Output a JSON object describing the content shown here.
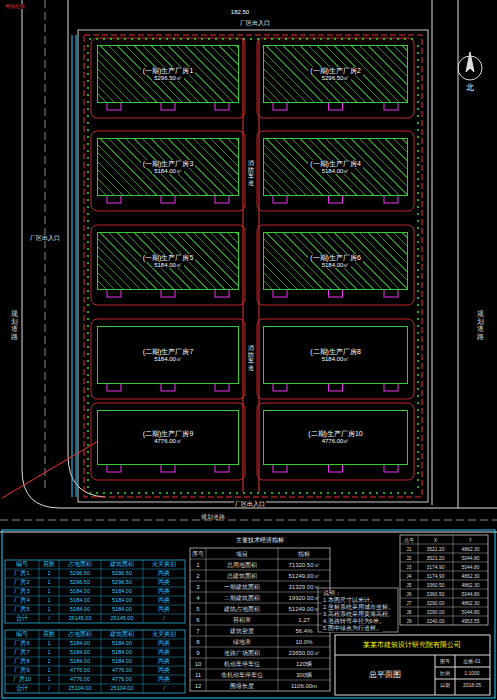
{
  "diagram": {
    "nodes": [
      {
        "text": [
          "(一期)生产厂房1",
          "5296.50㎡"
        ]
      },
      {
        "text": [
          "(一期)生产厂房2",
          "5296.50㎡"
        ]
      },
      {
        "text": [
          "(一期)生产厂房3",
          "5184.00㎡"
        ]
      },
      {
        "text": [
          "(一期)生产厂房4",
          "5184.00㎡"
        ]
      },
      {
        "text": [
          "(一期)生产厂房5",
          "5184.00㎡"
        ]
      },
      {
        "text": [
          "(一期)生产厂房6",
          "5184.00㎡"
        ]
      },
      {
        "text": [
          "(二期)生产厂房7",
          "5184.00㎡"
        ]
      },
      {
        "text": [
          "(二期)生产厂房8",
          "5184.00㎡"
        ]
      },
      {
        "text": [
          "(二期)生产厂房9",
          "4776.00㎡"
        ]
      },
      {
        "text": [
          "(二期)生产厂房10",
          "4776.00㎡"
        ]
      }
    ],
    "labels": [
      "182.50",
      "厂区出入口",
      "厂区出入口",
      "厂区出入口",
      "规划道路",
      "规划道路",
      "规划道路",
      "北",
      "用地红线",
      "消防车道",
      "消防车道",
      "主要技术经济指标",
      "说明：",
      "1.本图尺寸以米计。",
      "2.坐标系统采用城市坐标。",
      "3.高程系统采用黄海高程。",
      "4.道路转弯半径为9米。",
      "5.图中绿点为行道树。",
      "某某市建筑设计研究院有限公司",
      "总平面图",
      "图号",
      "总施-01",
      "比例",
      "1:1000",
      "日期",
      "2018.05",
      "编号",
      "层数",
      "占地面积",
      "建筑面积",
      "火灾类别",
      "厂房1",
      "1",
      "5296.50",
      "5296.50",
      "丙类",
      "厂房2",
      "1",
      "5296.50",
      "5296.50",
      "丙类",
      "厂房3",
      "1",
      "5184.00",
      "5184.00",
      "丙类",
      "厂房4",
      "1",
      "5184.00",
      "5184.00",
      "丙类",
      "厂房5",
      "1",
      "5184.00",
      "5184.00",
      "丙类",
      "合计",
      "/",
      "26145.00",
      "26145.00",
      "/",
      "编号",
      "层数",
      "占地面积",
      "建筑面积",
      "火灾类别",
      "厂房6",
      "1",
      "5184.00",
      "5184.00",
      "丙类",
      "厂房7",
      "1",
      "5184.00",
      "5184.00",
      "丙类",
      "厂房8",
      "1",
      "5184.00",
      "5184.00",
      "丙类",
      "厂房9",
      "1",
      "4776.00",
      "4776.00",
      "丙类",
      "厂房10",
      "1",
      "4776.00",
      "4776.00",
      "丙类",
      "合计",
      "/",
      "25104.00",
      "25104.00",
      "/",
      "序号",
      "项目",
      "指标",
      "1",
      "总用地面积",
      "71320.50㎡",
      "2",
      "总建筑面积",
      "51249.00㎡",
      "3",
      "一期建筑面积",
      "31329.00㎡",
      "4",
      "二期建筑面积",
      "19920.00㎡",
      "5",
      "建筑占地面积",
      "51249.00㎡",
      "6",
      "容积率",
      "1.27",
      "7",
      "建筑密度",
      "56.4%",
      "8",
      "绿地率",
      "10.0%",
      "9",
      "道路广场面积",
      "23650.00㎡",
      "10",
      "机动车停车位",
      "120辆",
      "11",
      "非机动车停车位",
      "300辆",
      "12",
      "围墙长度",
      "1106.00m",
      "点号",
      "X",
      "Y",
      "J1",
      "3521.20",
      "4862.30",
      "J2",
      "3521.20",
      "5044.80",
      "J3",
      "3174.90",
      "5044.80",
      "J4",
      "3174.90",
      "4862.30",
      "J5",
      "3360.50",
      "4862.30",
      "J6",
      "3360.50",
      "5044.80",
      "J7",
      "3290.00",
      "4862.30",
      "J8",
      "3290.00",
      "5044.80",
      "J9",
      "3240.00",
      "4953.55"
    ]
  }
}
